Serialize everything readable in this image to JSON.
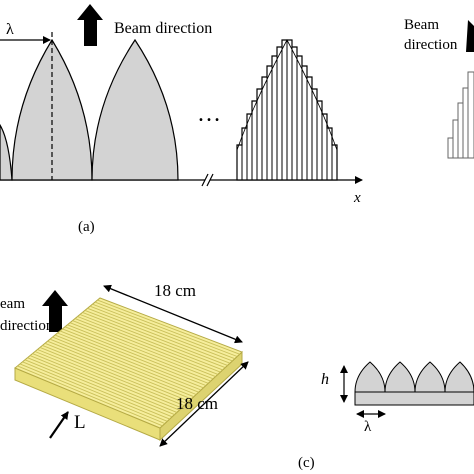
{
  "colors": {
    "line": "#000000",
    "fill_gray": "#d3d3d3",
    "fill_yellow": "#f6ee9c",
    "stripe_yellow": "#c9bf5a"
  },
  "panel_a": {
    "lambda": "λ",
    "beam_direction": "Beam direction",
    "ellipsis": "…",
    "axis_x": "x",
    "caption": "(a)"
  },
  "panel_b": {
    "beam_line1": "Beam",
    "beam_line2": "direction"
  },
  "panel_c": {
    "beam_line1": "eam",
    "beam_line2": "direction",
    "dim_top": "18 cm",
    "dim_right": "18 cm",
    "arrow_label": "L",
    "caption": "(c)"
  },
  "panel_d": {
    "height_label": "h",
    "lambda": "λ"
  }
}
